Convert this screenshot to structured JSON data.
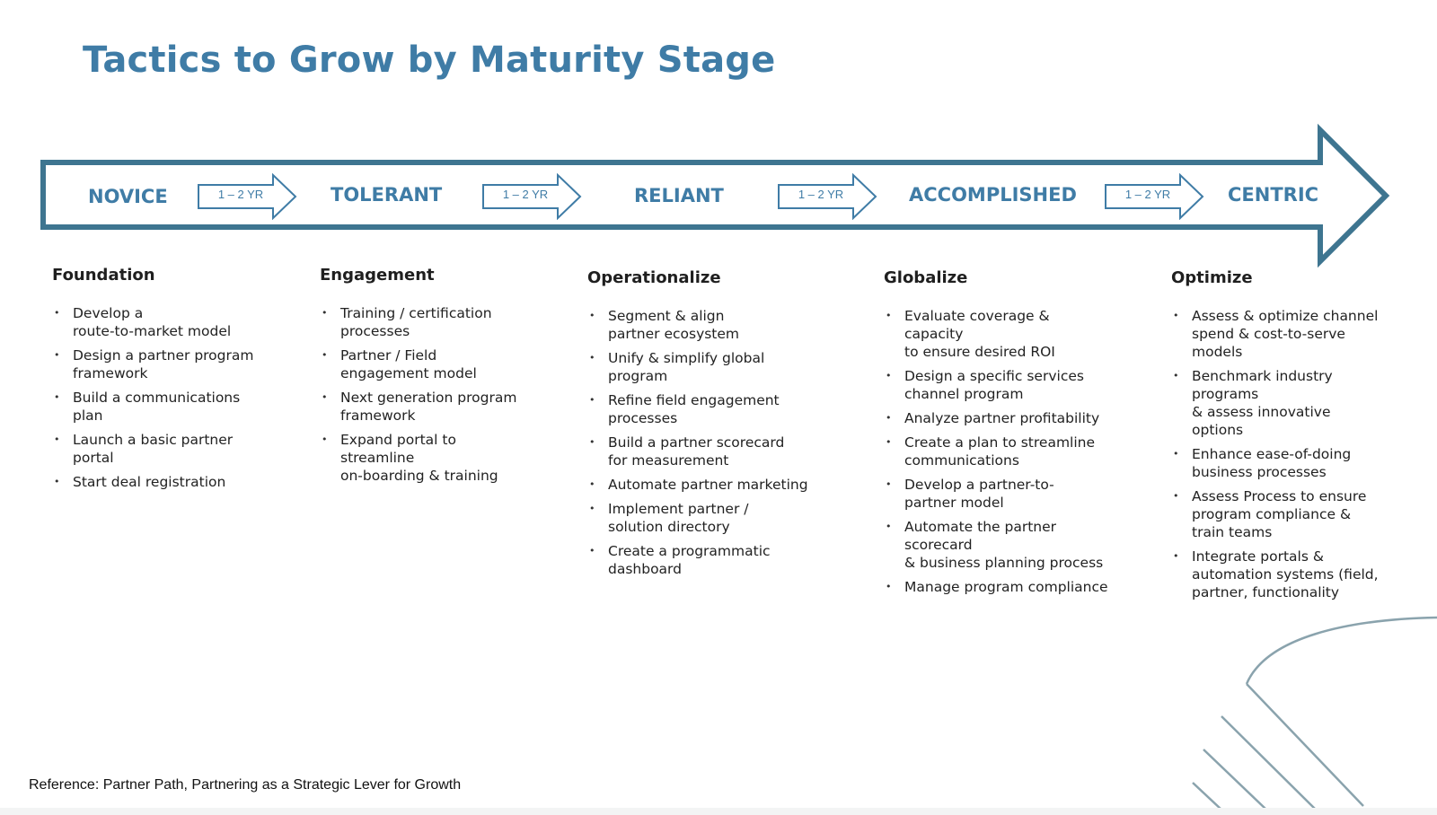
{
  "title": "Tactics to Grow by Maturity Stage",
  "stages": [
    "NOVICE",
    "TOLERANT",
    "RELIANT",
    "ACCOMPLISHED",
    "CENTRIC"
  ],
  "transitions": [
    "1 – 2 YR",
    "1 – 2 YR",
    "1 – 2 YR",
    "1 – 2 YR"
  ],
  "columns": [
    {
      "heading": "Foundation",
      "items": [
        "Develop a\nroute-to-market model",
        "Design a partner program\nframework",
        "Build a communications\nplan",
        "Launch a basic partner\nportal",
        "Start deal registration"
      ]
    },
    {
      "heading": "Engagement",
      "items": [
        "Training / certification\nprocesses",
        "Partner / Field\nengagement model",
        "Next generation program\nframework",
        "Expand portal to\nstreamline\non-boarding & training"
      ]
    },
    {
      "heading": "Operationalize",
      "items": [
        "Segment & align\npartner ecosystem",
        "Unify & simplify global\nprogram",
        "Refine field engagement\nprocesses",
        "Build a partner scorecard\nfor measurement",
        "Automate partner marketing",
        "Implement partner /\nsolution directory",
        "Create a programmatic\ndashboard"
      ]
    },
    {
      "heading": "Globalize",
      "items": [
        "Evaluate coverage &\ncapacity\nto ensure desired ROI",
        "Design a specific services\nchannel program",
        "Analyze partner profitability",
        "Create a plan to streamline\ncommunications",
        "Develop a partner-to-\npartner model",
        "Automate the partner\nscorecard\n& business planning process",
        "Manage program compliance"
      ]
    },
    {
      "heading": "Optimize",
      "items": [
        "Assess & optimize channel\nspend & cost-to-serve\nmodels",
        "Benchmark industry\nprograms\n& assess innovative\noptions",
        "Enhance ease-of-doing\nbusiness processes",
        "Assess Process to ensure\nprogram compliance &\ntrain teams",
        "Integrate portals &\nautomation systems (field,\npartner, functionality"
      ]
    }
  ],
  "reference": "Reference:  Partner Path, Partnering as a Strategic Lever for Growth",
  "colors": {
    "accent": "#3f7ca6",
    "arrow_stroke": "#3e7590",
    "decoration": "#8aa3ad"
  }
}
